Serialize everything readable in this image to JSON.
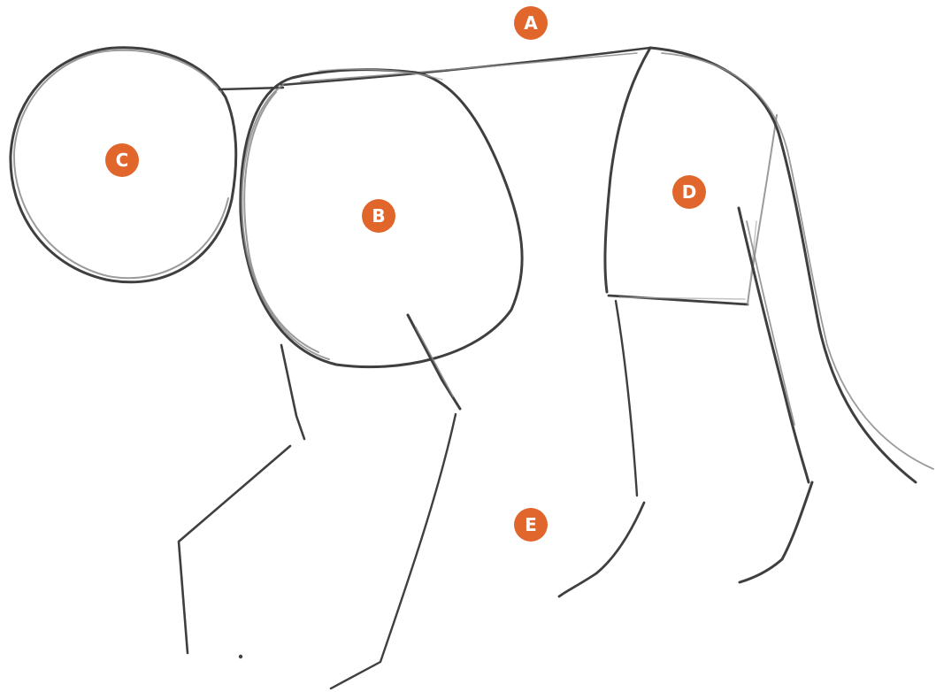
{
  "labels": {
    "a": "A",
    "b": "B",
    "c": "C",
    "d": "D",
    "e": "E"
  },
  "colors": {
    "badge_fill": "#e0662c",
    "badge_text": "#ffffff",
    "pencil_stroke": "#5f5f5f",
    "background": "#ffffff"
  }
}
